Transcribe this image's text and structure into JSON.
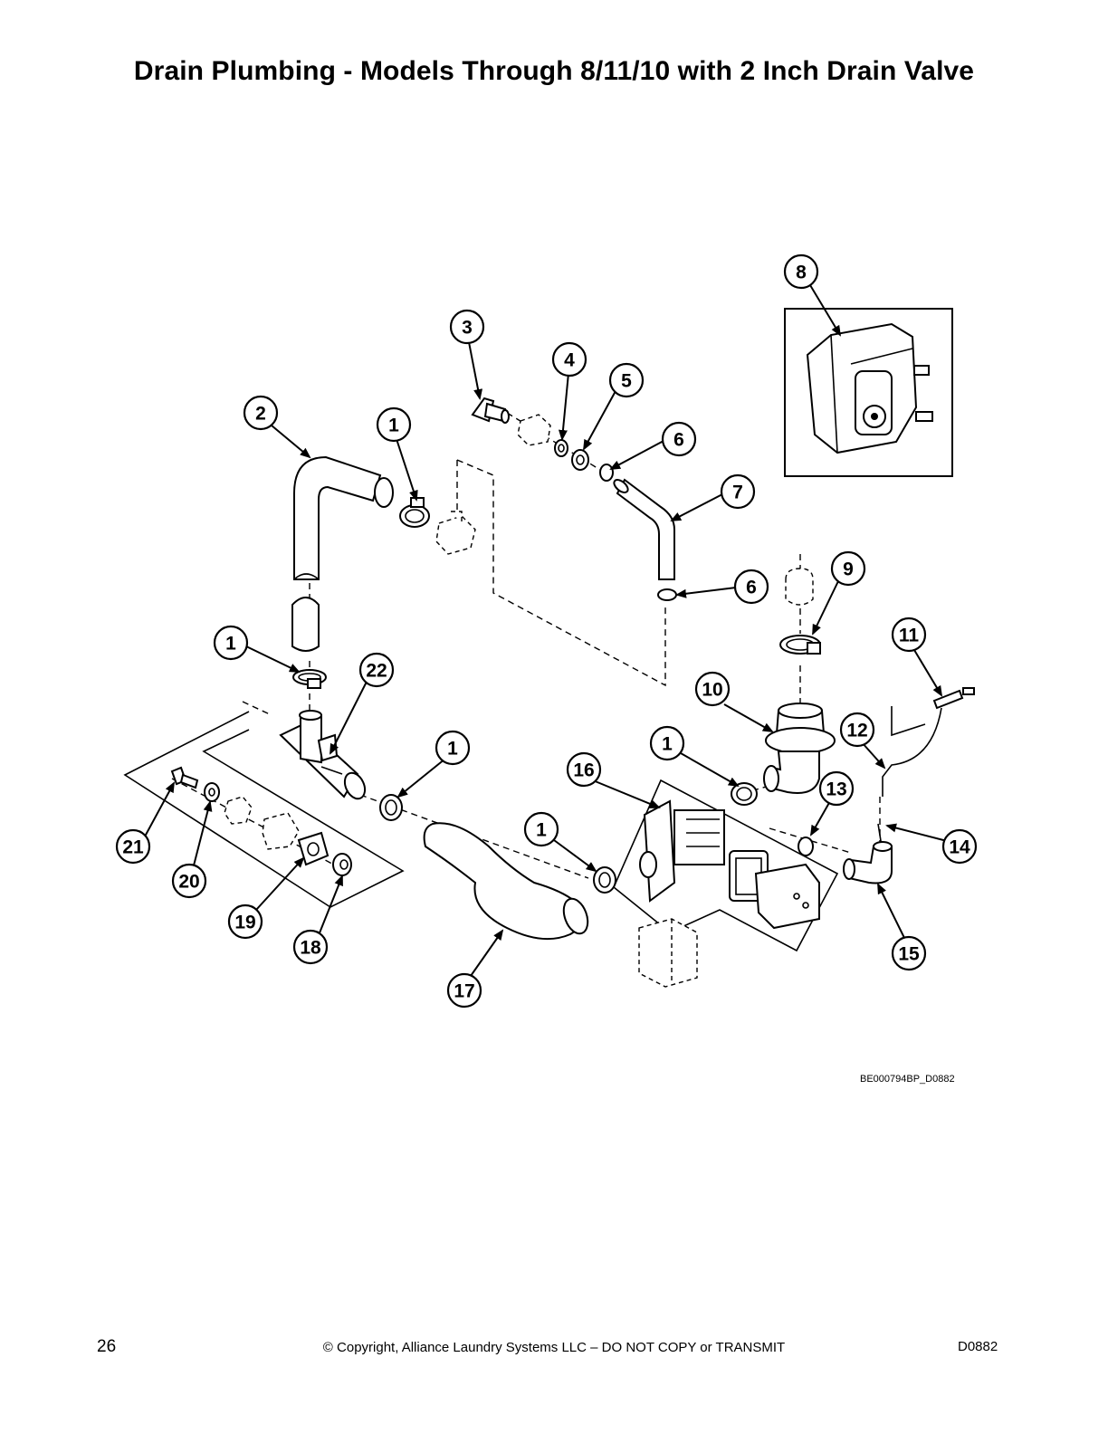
{
  "title": "Drain Plumbing - Models Through 8/11/10 with 2 Inch Drain Valve",
  "figure_ref": "BE000794BP_D0882",
  "footer": {
    "page_number": "26",
    "copyright": "© Copyright, Alliance Laundry Systems LLC – DO NOT COPY or TRANSMIT",
    "doc_code": "D0882"
  },
  "callouts": {
    "c2": "2",
    "c1a": "1",
    "c3": "3",
    "c4": "4",
    "c5": "5",
    "c6a": "6",
    "c7": "7",
    "c6b": "6",
    "c8": "8",
    "c9": "9",
    "c1b": "1",
    "c22": "22",
    "c11": "11",
    "c10": "10",
    "c12": "12",
    "c1c": "1",
    "c1d": "1",
    "c16": "16",
    "c13": "13",
    "c21": "21",
    "c14": "14",
    "c1e": "1",
    "c20": "20",
    "c19": "19",
    "c15": "15",
    "c18": "18",
    "c17": "17"
  }
}
